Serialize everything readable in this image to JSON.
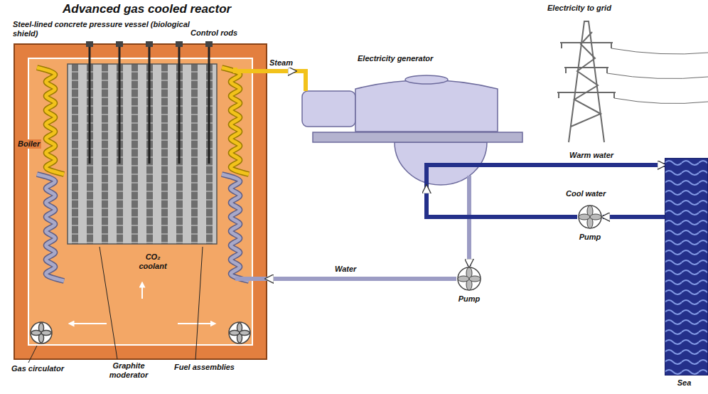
{
  "diagram": {
    "title": "Advanced gas cooled reactor",
    "nodes": [
      {
        "text": [
          "Steel-lined concrete pressure vessel (biological shield)"
        ]
      },
      {
        "text": [
          "Electricity generator"
        ]
      },
      {
        "text": [
          "Pump"
        ]
      },
      {
        "text": [
          "Pump"
        ]
      },
      {
        "text": [
          "Sea"
        ]
      }
    ],
    "edges": [
      {
        "from": 0,
        "to": 1,
        "arrow": "to",
        "label": "Steam"
      },
      {
        "from": 1,
        "to": 2,
        "arrow": "to"
      },
      {
        "from": 2,
        "to": 0,
        "arrow": "to",
        "label": "Water"
      },
      {
        "from": 1,
        "to": 4,
        "arrow": "to",
        "label": "Warm water"
      },
      {
        "from": 4,
        "to": 3,
        "arrow": "to",
        "label": "Cool water"
      },
      {
        "from": 3,
        "to": 1,
        "arrow": "to"
      }
    ],
    "labels": [
      "Electricity to grid",
      "Control rods",
      "Boiler",
      "CO₂ coolant",
      "Graphite moderator",
      "Fuel assemblies",
      "Gas circulator"
    ]
  }
}
